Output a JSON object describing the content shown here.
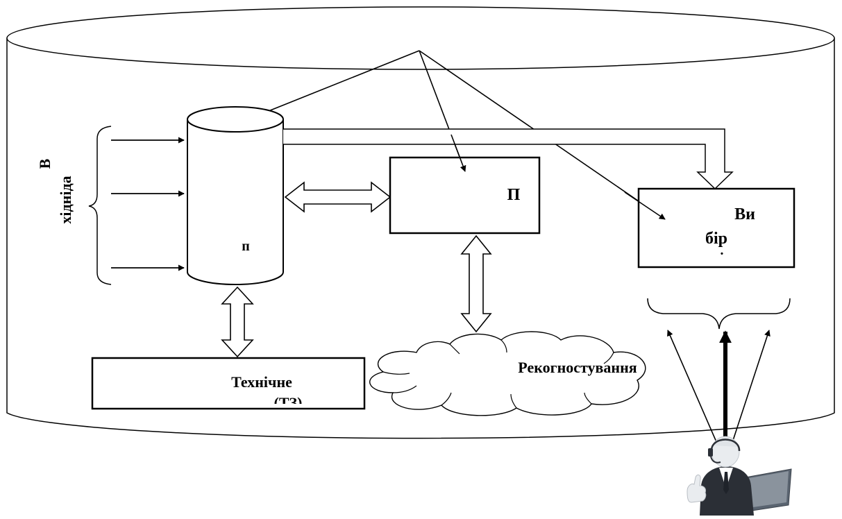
{
  "labels": {
    "input_vertical_b": "В",
    "input_vertical_rest": "хідніда",
    "db_label": "п",
    "process_label": "П",
    "output_line1": "Ви",
    "output_line2": "бір",
    "output_dot": "·",
    "tech_line1": "Технічне",
    "tech_line2": "(ТЗ)",
    "recon_label": "Рекогностування"
  },
  "icons": {
    "user": "person-at-laptop-icon"
  },
  "colors": {
    "stroke": "#000000",
    "background": "#ffffff",
    "user_skin": "#e9ecef",
    "user_suit": "#2b2f36",
    "user_shirt": "#ffffff",
    "user_laptop": "#5a6470"
  }
}
